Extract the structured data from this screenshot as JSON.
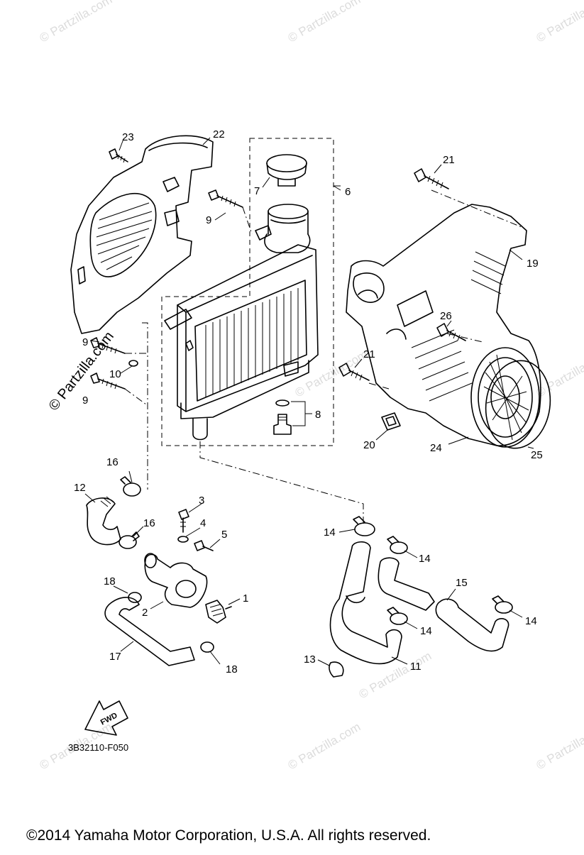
{
  "diagram": {
    "callouts": [
      {
        "id": "c1",
        "text": "1"
      },
      {
        "id": "c2",
        "text": "2"
      },
      {
        "id": "c3",
        "text": "3"
      },
      {
        "id": "c4",
        "text": "4"
      },
      {
        "id": "c5",
        "text": "5"
      },
      {
        "id": "c6",
        "text": "6"
      },
      {
        "id": "c7",
        "text": "7"
      },
      {
        "id": "c8",
        "text": "8"
      },
      {
        "id": "c9a",
        "text": "9"
      },
      {
        "id": "c9b",
        "text": "9"
      },
      {
        "id": "c9c",
        "text": "9"
      },
      {
        "id": "c10",
        "text": "10"
      },
      {
        "id": "c11",
        "text": "11"
      },
      {
        "id": "c12",
        "text": "12"
      },
      {
        "id": "c13",
        "text": "13"
      },
      {
        "id": "c14a",
        "text": "14"
      },
      {
        "id": "c14b",
        "text": "14"
      },
      {
        "id": "c14c",
        "text": "14"
      },
      {
        "id": "c14d",
        "text": "14"
      },
      {
        "id": "c15",
        "text": "15"
      },
      {
        "id": "c16a",
        "text": "16"
      },
      {
        "id": "c16b",
        "text": "16"
      },
      {
        "id": "c17",
        "text": "17"
      },
      {
        "id": "c18a",
        "text": "18"
      },
      {
        "id": "c18b",
        "text": "18"
      },
      {
        "id": "c19",
        "text": "19"
      },
      {
        "id": "c20",
        "text": "20"
      },
      {
        "id": "c21a",
        "text": "21"
      },
      {
        "id": "c21b",
        "text": "21"
      },
      {
        "id": "c22",
        "text": "22"
      },
      {
        "id": "c23",
        "text": "23"
      },
      {
        "id": "c24",
        "text": "24"
      },
      {
        "id": "c25",
        "text": "25"
      },
      {
        "id": "c26",
        "text": "26"
      }
    ],
    "diagram_code": "3B32110-F050",
    "fwd_label": "FWD",
    "copyright": "©2014  Yamaha Motor Corporation, U.S.A. All rights reserved.",
    "watermark_side": "© Partzilla.com",
    "watermark_tile": "© Partzilla.com"
  }
}
